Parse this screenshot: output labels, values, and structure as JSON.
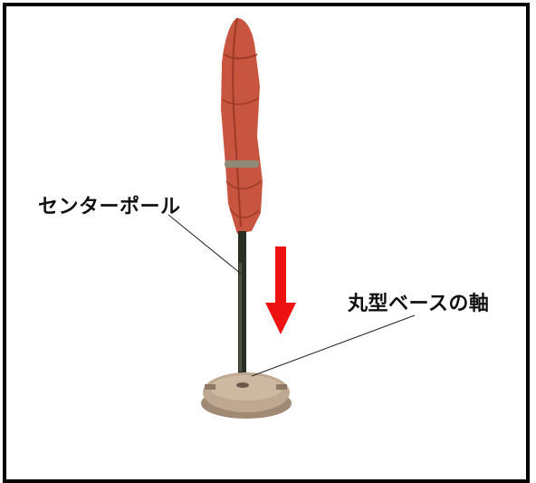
{
  "labels": {
    "center_pole": "センターポール",
    "base_axis": "丸型ベースの軸"
  },
  "colors": {
    "canopy": "#c8553f",
    "canopy_dark": "#9e3a2a",
    "pole": "#2a2f26",
    "base": "#b59e88",
    "arrow": "#ee1111",
    "frame": "#000000"
  },
  "arrow": {
    "direction": "down"
  }
}
